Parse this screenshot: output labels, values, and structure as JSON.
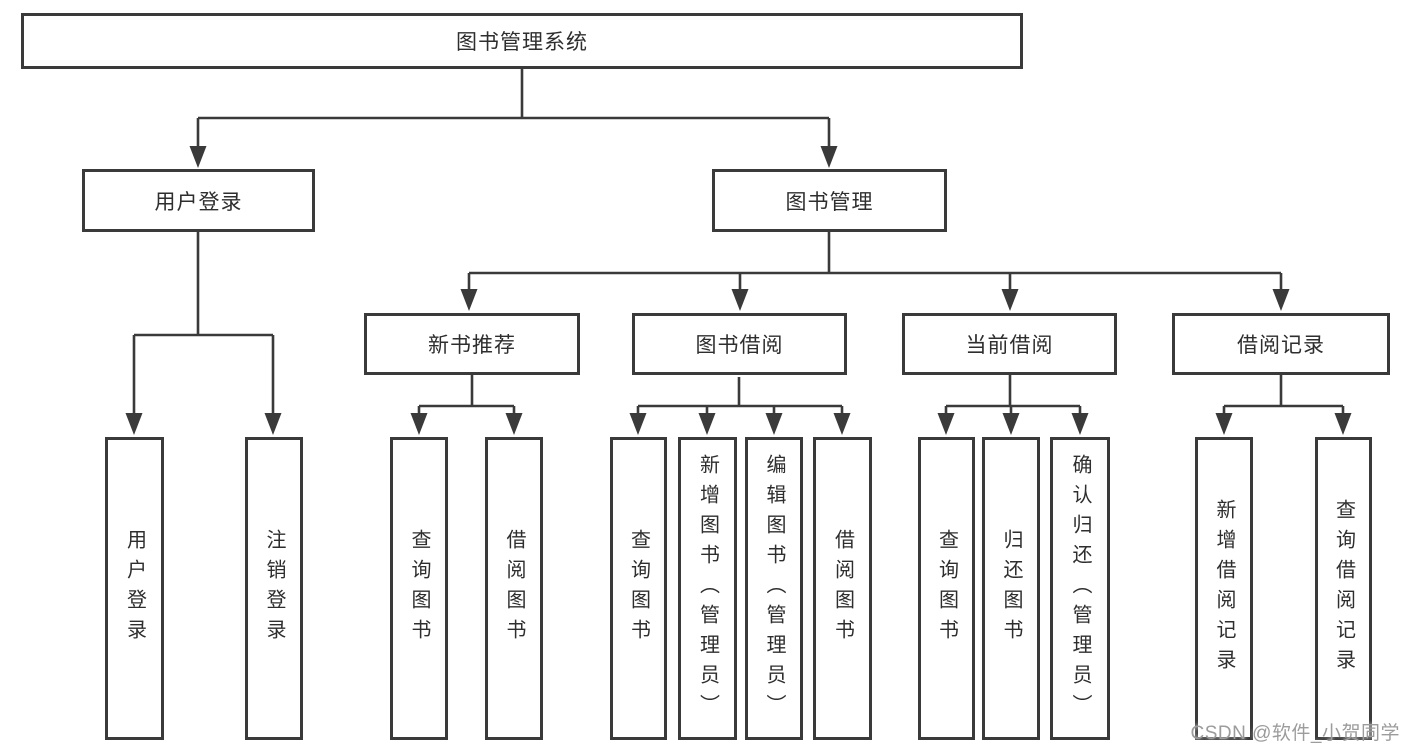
{
  "tree": {
    "root": "图书管理系统",
    "branches": [
      {
        "label": "用户登录",
        "children": [
          "用户登录",
          "注销登录"
        ]
      },
      {
        "label": "图书管理",
        "groups": [
          {
            "label": "新书推荐",
            "children": [
              "查询图书",
              "借阅图书"
            ]
          },
          {
            "label": "图书借阅",
            "children": [
              "查询图书",
              "新增图书（管理员）",
              "编辑图书（管理员）",
              "借阅图书"
            ]
          },
          {
            "label": "当前借阅",
            "children": [
              "查询图书",
              "归还图书",
              "确认归还（管理员）"
            ]
          },
          {
            "label": "借阅记录",
            "children": [
              "新增借阅记录",
              "查询借阅记录"
            ]
          }
        ]
      }
    ]
  },
  "watermark": "CSDN @软件_小贺同学",
  "colors": {
    "line": "#3a3a3a",
    "text": "#2e2e2e",
    "watermark": "#9c9c9c",
    "background": "#ffffff"
  }
}
